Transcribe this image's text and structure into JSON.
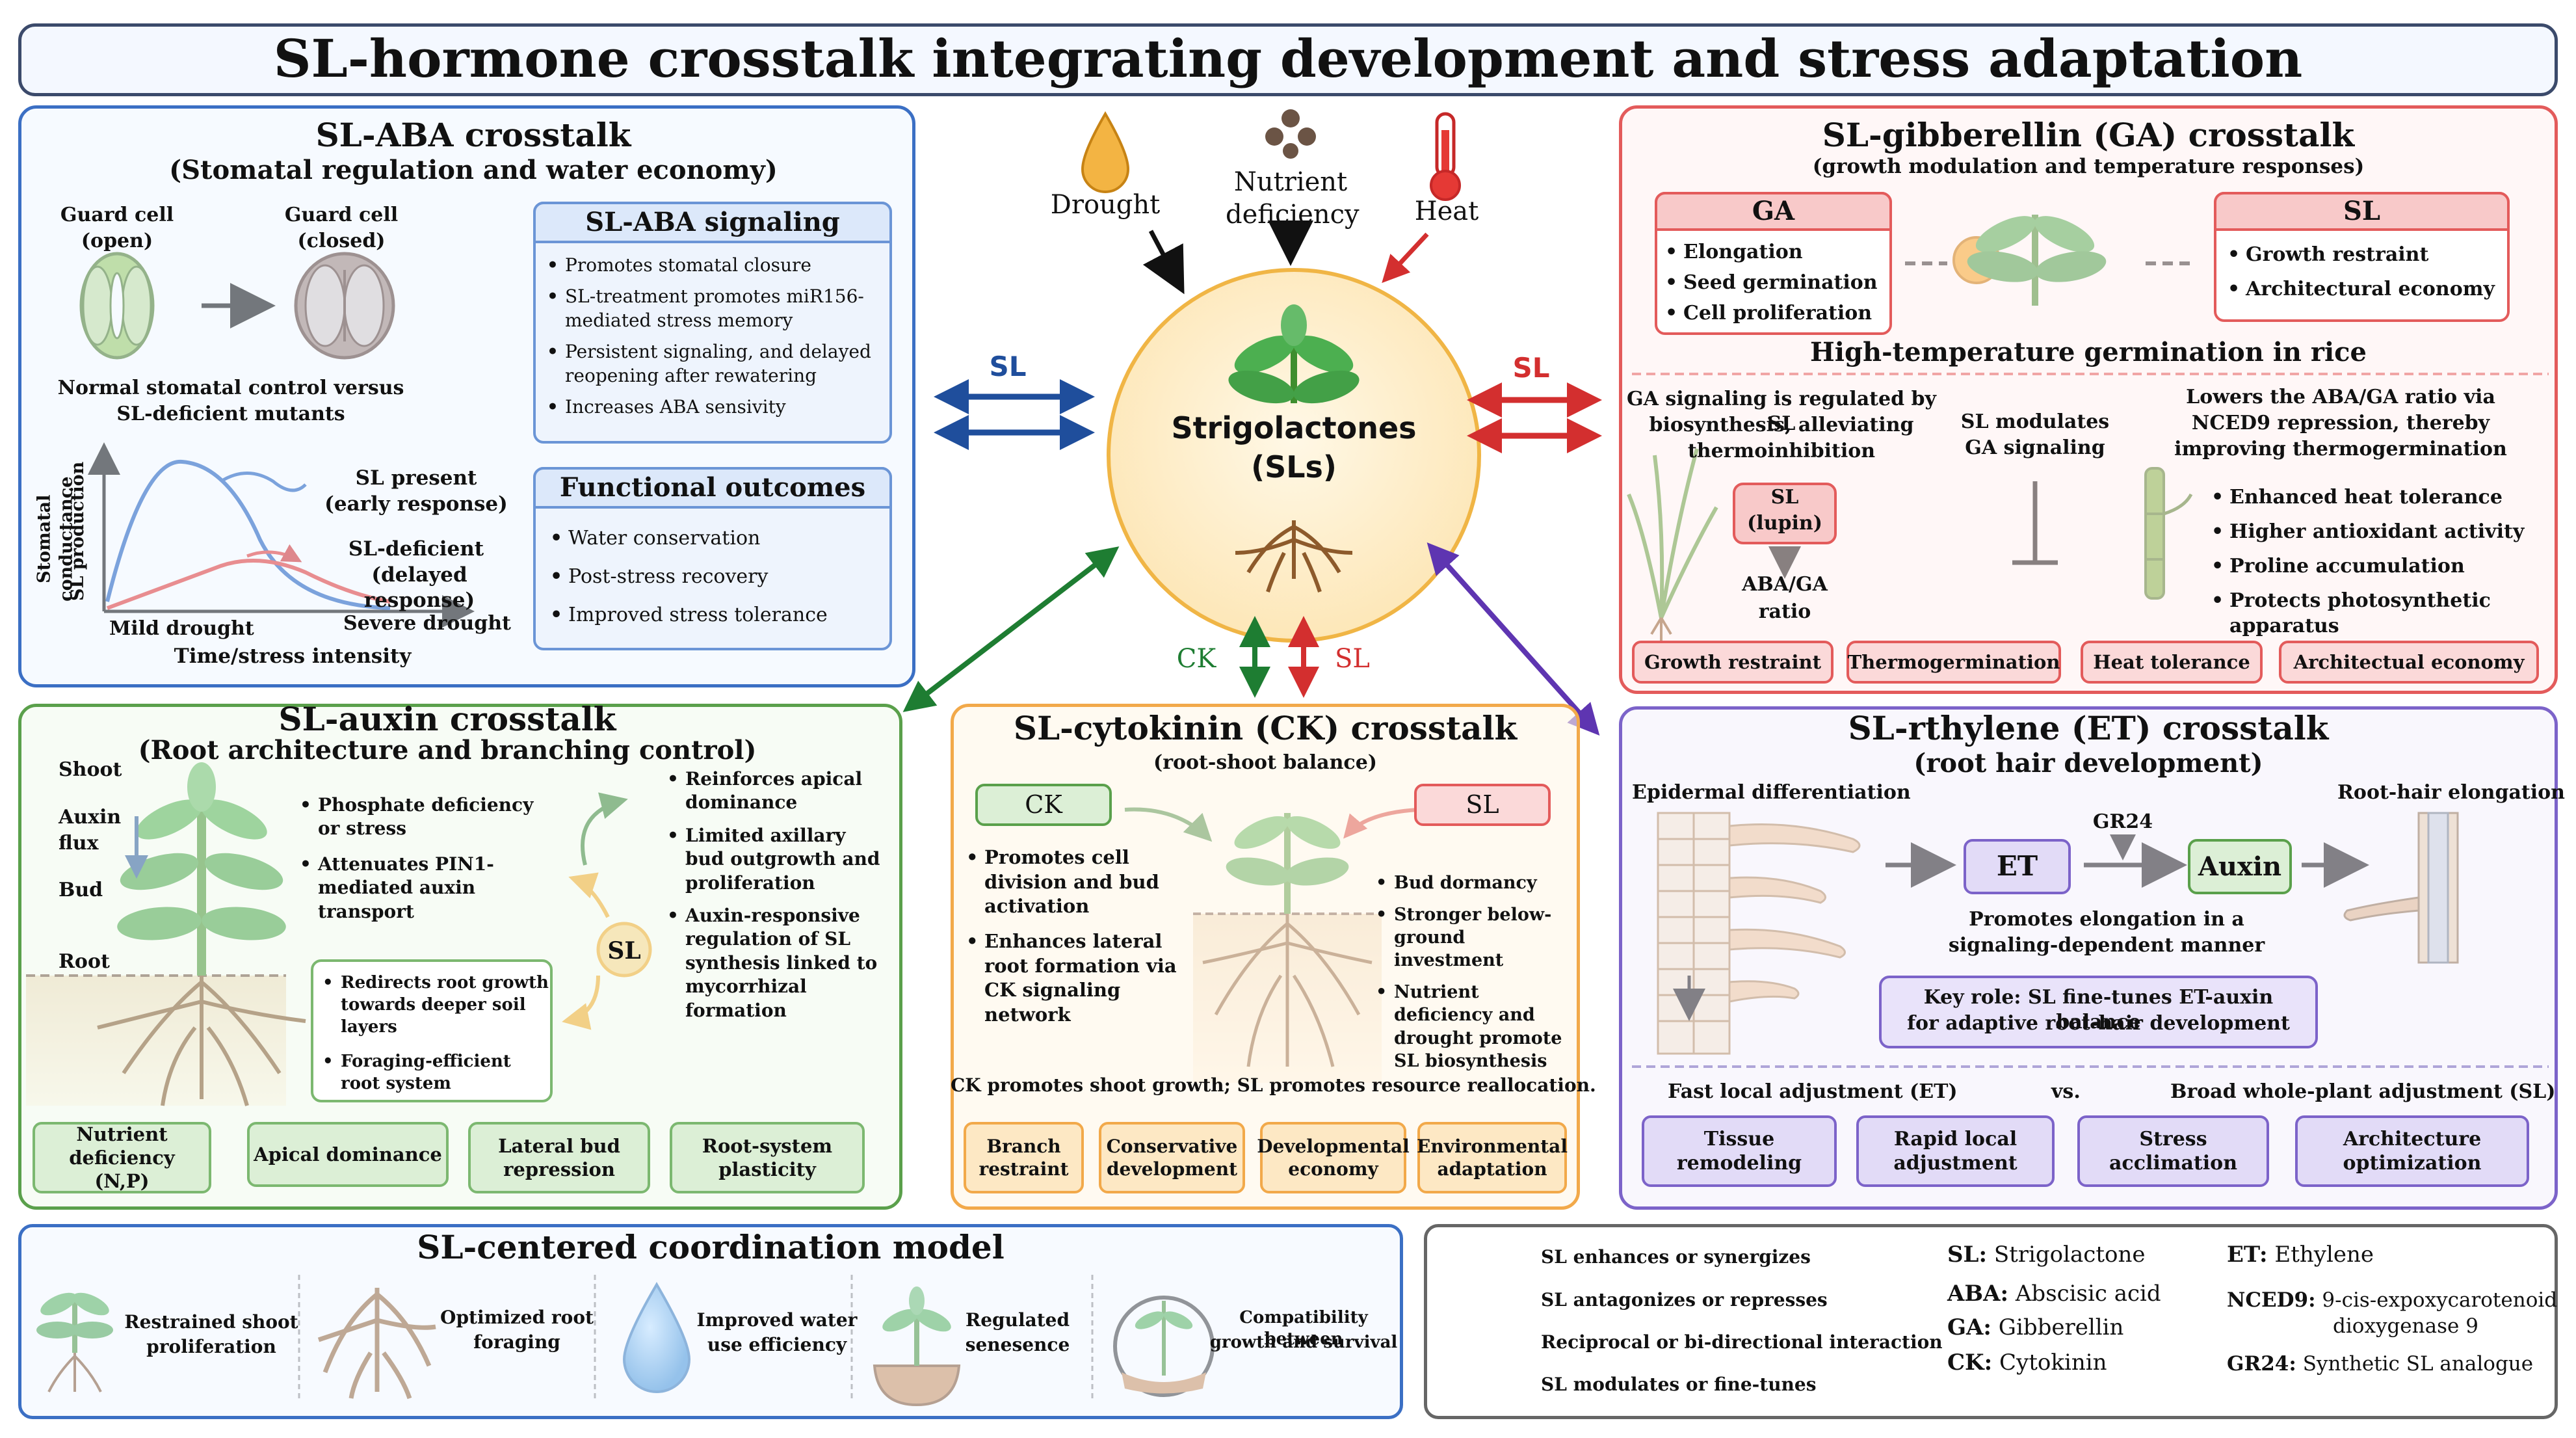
{
  "main_title": "SL-hormone crosstalk integrating development and stress adaptation",
  "colors": {
    "blue": "#1f4e9c",
    "red": "#d32f2f",
    "green": "#1e7d32",
    "purple": "#5e35b1",
    "orange": "#f5a623"
  },
  "center": {
    "title_line1": "Strigolactones",
    "title_line2": "(SLs)",
    "inputs": [
      "Drought",
      "Nutrient",
      "deficiency",
      "Heat"
    ],
    "arrow_sl_left": "SL",
    "arrow_sl_right": "SL",
    "arrow_ck": "CK",
    "arrow_sl_bottom": "SL"
  },
  "aba": {
    "title": "SL-ABA crosstalk",
    "subtitle": "(Stomatal regulation and water economy)",
    "guard_open": [
      "Guard cell",
      "(open)"
    ],
    "guard_closed": [
      "Guard cell",
      "(closed)"
    ],
    "normal_caption": [
      "Normal stomatal control versus",
      "SL-deficient mutants"
    ],
    "y_label1": "Stomatal conductance",
    "y_label2": "SL production",
    "legend_present": [
      "SL present",
      "(early response)"
    ],
    "legend_deficient": [
      "SL-deficient",
      "(delayed response)"
    ],
    "x_left": "Mild drought",
    "x_right": "Severe drought",
    "x_label": "Time/stress intensity",
    "signaling_title": "SL-ABA signaling",
    "signaling_items": [
      "Promotes stomatal closure",
      "SL-treatment promotes miR156-mediated stress memory",
      "Persistent signaling, and delayed reopening after rewatering",
      "Increases ABA sensivity"
    ],
    "outcomes_title": "Functional outcomes",
    "outcomes_items": [
      "Water conservation",
      "Post-stress recovery",
      "Improved stress tolerance"
    ]
  },
  "ga": {
    "title": "SL-gibberellin (GA) crosstalk",
    "subtitle": "(growth modulation and temperature responses)",
    "ga_box_title": "GA",
    "ga_items": [
      "Elongation",
      "Seed germination",
      "Cell proliferation"
    ],
    "sl_box_title": "SL",
    "sl_items": [
      "Growth restraint",
      "Architectural economy"
    ],
    "rice_title": "High-temperature germination in rice",
    "col1": [
      "GA signaling is regulated by SL",
      "biosynthesis, alleviating",
      "thermoinhibition"
    ],
    "lupin": [
      "SL",
      "(lupin)"
    ],
    "ratio": [
      "ABA/GA",
      "ratio"
    ],
    "col2": [
      "SL modulates",
      "GA signaling"
    ],
    "col3": [
      "Lowers the ABA/GA ratio via",
      "NCED9 repression, thereby",
      "improving thermogermination"
    ],
    "col3_items": [
      "Enhanced heat tolerance",
      "Higher antioxidant activity",
      "Proline accumulation",
      "Protects photosynthetic apparatus"
    ],
    "pills": [
      "Growth restraint",
      "Thermogermination",
      "Heat tolerance",
      "Architectual economy"
    ]
  },
  "auxin": {
    "title": "SL-auxin crosstalk",
    "subtitle": "(Root architecture and branching control)",
    "labels": {
      "shoot": "Shoot",
      "auxin_flux": [
        "Auxin",
        "flux"
      ],
      "bud": "Bud",
      "root": "Root"
    },
    "mid_items": [
      "Phosphate deficiency or stress",
      "Attenuates PIN1-mediated auxin transport"
    ],
    "root_items": [
      "Redirects root growth towards deeper soil layers",
      "Foraging-efficient root system"
    ],
    "sl_label": "SL",
    "right_items": [
      "Reinforces apical dominance",
      "Limited axillary bud outgrowth and proliferation",
      "Auxin-responsive regulation of SL synthesis linked to mycorrhizal formation"
    ],
    "pills": [
      [
        "Nutrient deficiency",
        "(N,P)"
      ],
      [
        "Apical dominance"
      ],
      [
        "Lateral bud",
        "repression"
      ],
      [
        "Root-system",
        "plasticity"
      ]
    ]
  },
  "ck": {
    "title": "SL-cytokinin (CK) crosstalk",
    "subtitle": "(root-shoot balance)",
    "ck_label": "CK",
    "sl_label": "SL",
    "left_items": [
      "Promotes cell division and bud activation",
      "Enhances lateral root formation via CK signaling network"
    ],
    "right_items": [
      "Bud dormancy",
      "Stronger below-ground investment",
      "Nutrient deficiency and drought promote SL biosynthesis"
    ],
    "summary": "CK promotes shoot growth; SL promotes resource reallocation.",
    "pills": [
      [
        "Branch",
        "restraint"
      ],
      [
        "Conservative",
        "development"
      ],
      [
        "Developmental",
        "economy"
      ],
      [
        "Environmental",
        "adaptation"
      ]
    ]
  },
  "et": {
    "title": "SL-rthylene (ET) crosstalk",
    "subtitle": "(root hair development)",
    "epidermal": "Epidermal differentiation",
    "et_box": "ET",
    "gr24": "GR24",
    "auxin_box": "Auxin",
    "elongation": "Root-hair elongation",
    "promotes": [
      "Promotes elongation in a",
      "signaling-dependent manner"
    ],
    "key_role": [
      "Key role: SL fine-tunes ET-auxin balance",
      "for adaptive root-hair development"
    ],
    "fast": "Fast local adjustment (ET)",
    "vs": "vs.",
    "broad": "Broad whole-plant adjustment (SL)",
    "pills": [
      [
        "Tissue",
        "remodeling"
      ],
      [
        "Rapid local",
        "adjustment"
      ],
      [
        "Stress acclimation"
      ],
      [
        "Architecture",
        "optimization"
      ]
    ]
  },
  "model": {
    "title": "SL-centered coordination model",
    "items": [
      [
        "Restrained shoot",
        "proliferation"
      ],
      [
        "Optimized root",
        "foraging"
      ],
      [
        "Improved water",
        "use efficiency"
      ],
      [
        "Regulated",
        "senesence"
      ],
      [
        "Compatibility between",
        "growth and survival"
      ]
    ]
  },
  "legend": {
    "arrows": [
      "SL enhances or synergizes",
      "SL antagonizes or represses",
      "Reciprocal or bi-directional interaction",
      "SL modulates or fine-tunes"
    ],
    "abbr": [
      {
        "k": "SL:",
        "v": "Strigolactone"
      },
      {
        "k": "ABA:",
        "v": "Abscisic acid"
      },
      {
        "k": "GA:",
        "v": "Gibberellin"
      },
      {
        "k": "CK:",
        "v": "Cytokinin"
      },
      {
        "k": "ET:",
        "v": "Ethylene"
      },
      {
        "k": "NCED9:",
        "v": "9-cis-expoxycarotenoid"
      },
      {
        "k": "",
        "v": "dioxygenase 9"
      },
      {
        "k": "GR24:",
        "v": "Synthetic SL analogue"
      }
    ]
  }
}
